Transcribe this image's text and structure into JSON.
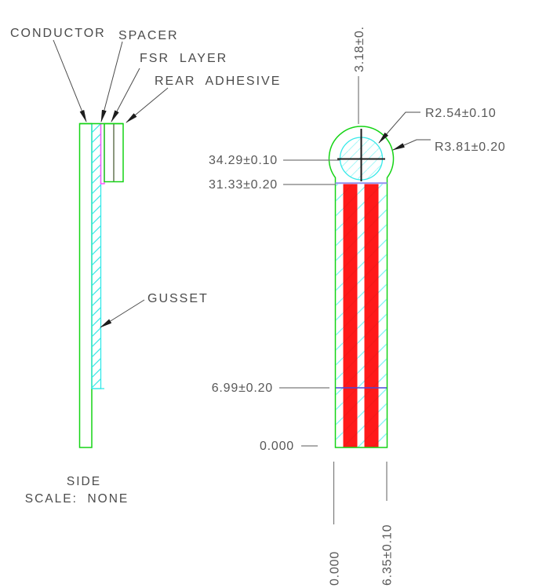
{
  "drawing": {
    "callouts": {
      "conductor": "CONDUCTOR",
      "spacer": "SPACER",
      "fsr_layer": "FSR  LAYER",
      "rear_adhesive": "REAR  ADHESIVE",
      "gusset": "GUSSET"
    },
    "side_view": {
      "title": "SIDE",
      "scale": "SCALE:  NONE"
    },
    "front_view": {
      "dim_top_offset": "3.18±0.",
      "dim_inner_radius": "R2.54±0.10",
      "dim_outer_radius": "R3.81±0.20",
      "dim_center_height": "34.29±0.10",
      "dim_body_top": "31.33±0.20",
      "dim_tail": "6.99±0.20",
      "dim_datum": "0.000",
      "dim_width_zero": "0.000",
      "dim_width": "6.35±0.10"
    }
  },
  "colors": {
    "outline_green": "#15d415",
    "hatch_cyan": "#35e9e9",
    "hatch_cyan_light": "#7df4f4",
    "hatch_cyan_faint": "#a9f7f7",
    "spacer_magenta": "#ff4dff",
    "fsr_olive": "#6f7f5e",
    "conductor_red": "#ff0000",
    "datum_blue_light": "#9292f2",
    "datum_blue": "#4848d8",
    "dim_gray": "#7a7a7a",
    "text_gray": "#585858",
    "callout_gray": "#4b4b4b",
    "crosshair_black": "#1c1c1c"
  }
}
